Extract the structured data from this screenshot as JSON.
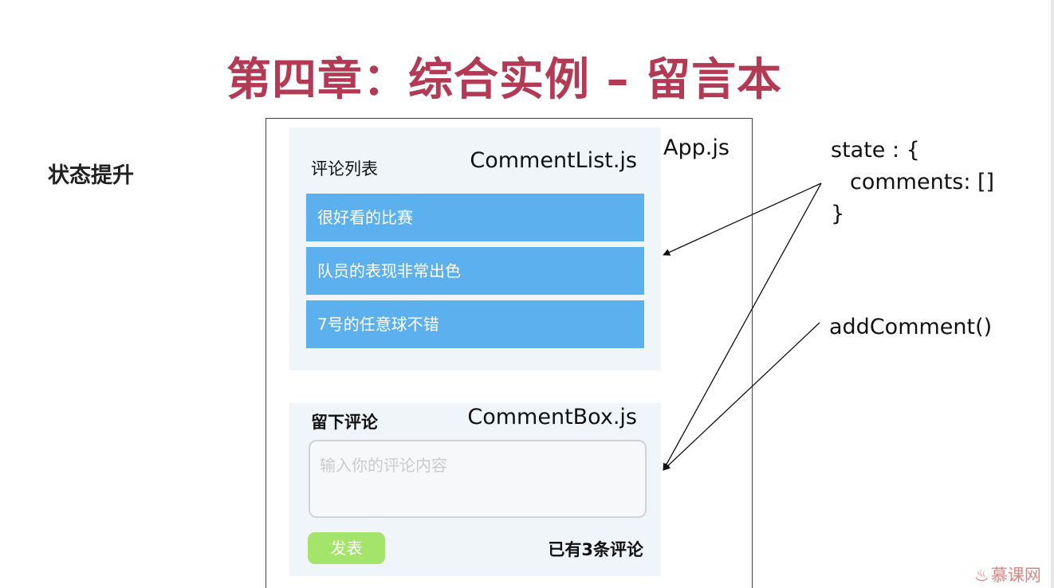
{
  "slide": {
    "title": "第四章：综合实例 – 留言本",
    "side_label": "状态提升"
  },
  "app": {
    "label": "App.js"
  },
  "comment_list": {
    "heading": "评论列表",
    "component_name": "CommentList.js",
    "items": [
      "很好看的比赛",
      "队员的表现非常出色",
      "7号的任意球不错"
    ]
  },
  "comment_box": {
    "heading": "留下评论",
    "component_name": "CommentBox.js",
    "placeholder": "输入你的评论内容",
    "submit_label": "发表",
    "count_text": "已有3条评论"
  },
  "state_code": {
    "line1": "state : {",
    "line2": "comments: []",
    "line3": "}"
  },
  "method_label": "addComment()",
  "watermark": "慕课网",
  "colors": {
    "title": "#b23a55",
    "comment_item": "#5cb0ee",
    "submit_button": "#a4e46a",
    "panel": "#f0f5f9"
  }
}
